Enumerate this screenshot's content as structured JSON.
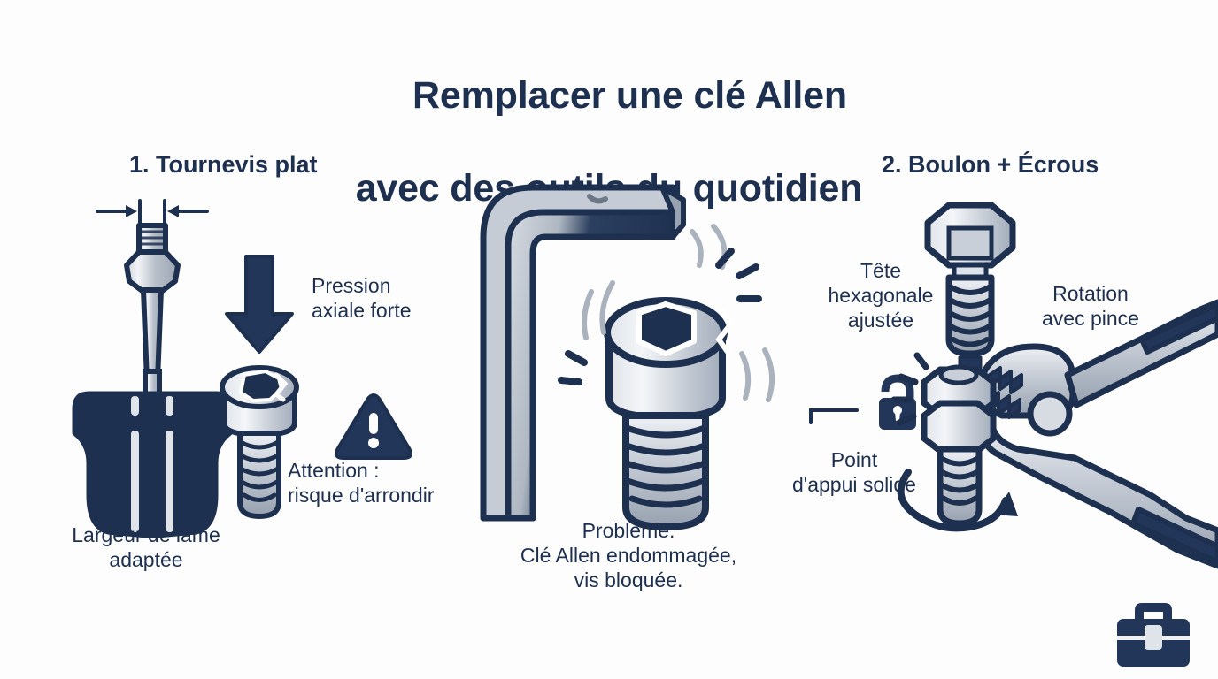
{
  "page": {
    "background_color": "#fdfdfd",
    "ink_color": "#1e3050",
    "metal_light": "#e8ebef",
    "metal_mid": "#b8bfc9",
    "metal_dark": "#8d97a4"
  },
  "title": {
    "line1": "Remplacer une clé Allen",
    "line2": "avec des outils du quotidien"
  },
  "sections": [
    {
      "id": "left",
      "heading": "1. Tournevis plat"
    },
    {
      "id": "right",
      "heading": "2. Boulon + Écrous"
    }
  ],
  "labels": {
    "pression": "Pression\naxiale forte",
    "attention": "Attention :\nrisque d'arrondir",
    "largeur": "Largeur de lame\nadaptée",
    "probleme": "Problème:\nClé Allen endommagée,\nvis bloquée.",
    "tete": "Tête\nhexagonale\najustée",
    "rotation": "Rotation\navec pince",
    "point": "Point\nd'appui solide"
  },
  "icons": {
    "warning_triangle": "warning-triangle-icon",
    "padlock": "padlock-icon",
    "toolbox": "toolbox-icon",
    "down_arrow_pressure": "down-arrow-icon",
    "down_arrow_bolt": "down-arrow-icon",
    "rotation_arrow": "rotation-arrow-icon",
    "dimension_arrows": "dimension-arrows-icon"
  },
  "illustrations": {
    "screwdriver": "flat-head-screwdriver",
    "damaged_screw": "rounded-socket-screw",
    "allen_key": "damaged-allen-key",
    "stuck_screw": "socket-head-screw",
    "hex_bolt": "hex-head-bolt",
    "nuts_stack": "double-hex-nuts",
    "pliers": "slip-joint-pliers"
  }
}
